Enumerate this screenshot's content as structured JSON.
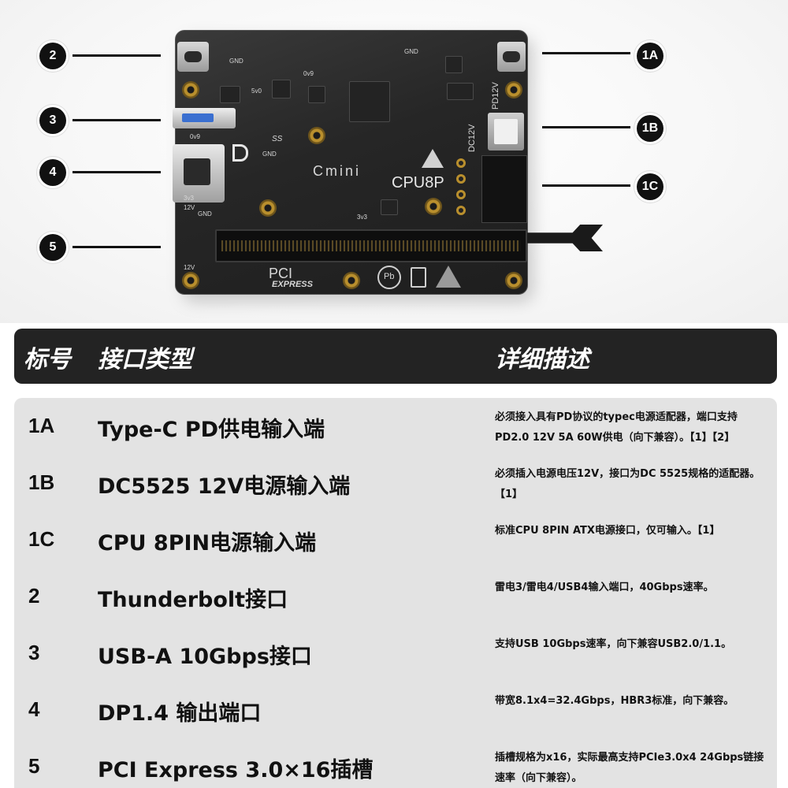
{
  "board": {
    "labels": {
      "cmini": "Cmini",
      "cpu8p": "CPU8P",
      "pd12v": "PD12V",
      "dc12v": "DC12V",
      "gnd": "GND",
      "v5": "5v0",
      "v09": "0v9",
      "v33": "3v3",
      "v12": "12V",
      "ss": "SS",
      "pci": "PCI",
      "express": "EXPRESS",
      "pb": "Pb"
    },
    "callouts": [
      "2",
      "3",
      "4",
      "5",
      "1A",
      "1B",
      "1C"
    ]
  },
  "table": {
    "header": {
      "col_code": "标号",
      "col_type": "接口类型",
      "col_desc": "详细描述"
    },
    "rows": [
      {
        "code": "1A",
        "type": "Type-C PD供电输入端",
        "desc": "必须接入具有PD协议的typec电源适配器，端口支持PD2.0 12V 5A 60W供电（向下兼容）。【1】【2】"
      },
      {
        "code": "1B",
        "type": "DC5525 12V电源输入端",
        "desc": "必须插入电源电压12V，接口为DC 5525规格的适配器。【1】"
      },
      {
        "code": "1C",
        "type": "CPU 8PIN电源输入端",
        "desc": "标准CPU 8PIN ATX电源接口，仅可输入。【1】"
      },
      {
        "code": "2",
        "type": "Thunderbolt接口",
        "desc": "雷电3/雷电4/USB4输入端口，40Gbps速率。"
      },
      {
        "code": "3",
        "type": "USB-A 10Gbps接口",
        "desc": "支持USB 10Gbps速率，向下兼容USB2.0/1.1。"
      },
      {
        "code": "4",
        "type": "DP1.4 输出端口",
        "desc": "带宽8.1x4=32.4Gbps，HBR3标准，向下兼容。"
      },
      {
        "code": "5",
        "type": "PCI Express 3.0×16插槽",
        "desc": "插槽规格为x16，实际最高支持PCIe3.0x4 24Gbps链接速率（向下兼容）。"
      }
    ]
  }
}
